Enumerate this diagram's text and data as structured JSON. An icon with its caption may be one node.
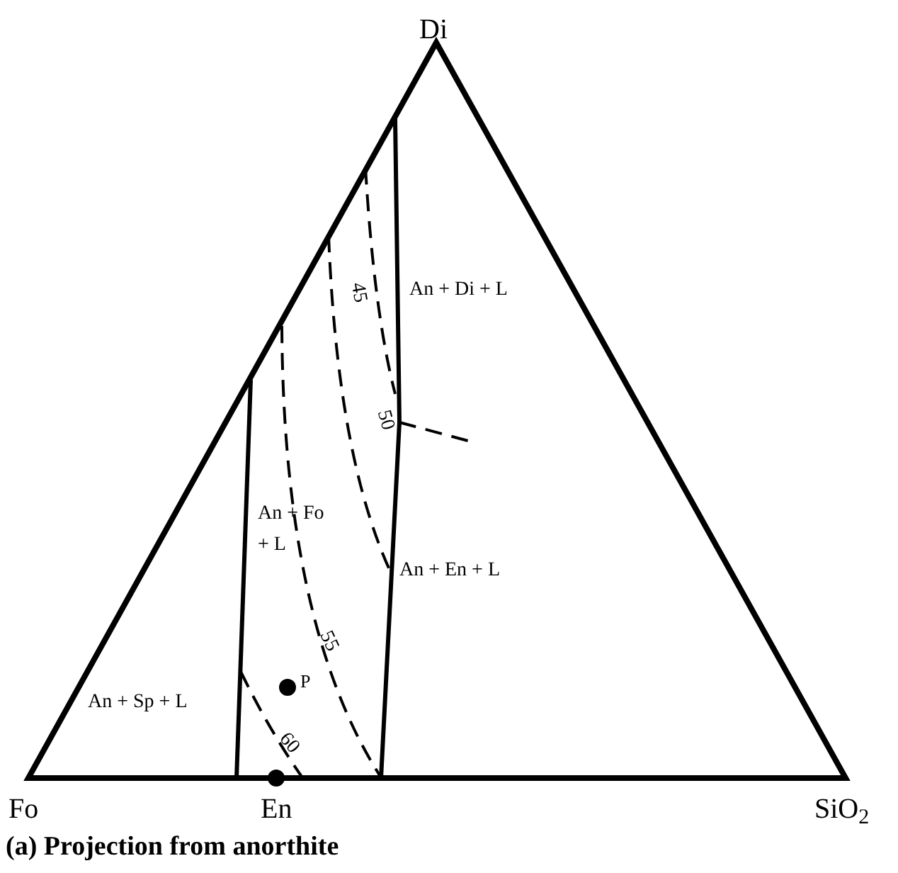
{
  "diagram": {
    "caption": "(a) Projection from anorthite",
    "labels": [
      "Di",
      "An + Di + L",
      "45",
      "50",
      "An + Fo + L",
      "An + En + L",
      "55",
      "P",
      "An + Sp + L",
      "60",
      "Fo",
      "En",
      "SiO$_{2}$"
    ]
  }
}
